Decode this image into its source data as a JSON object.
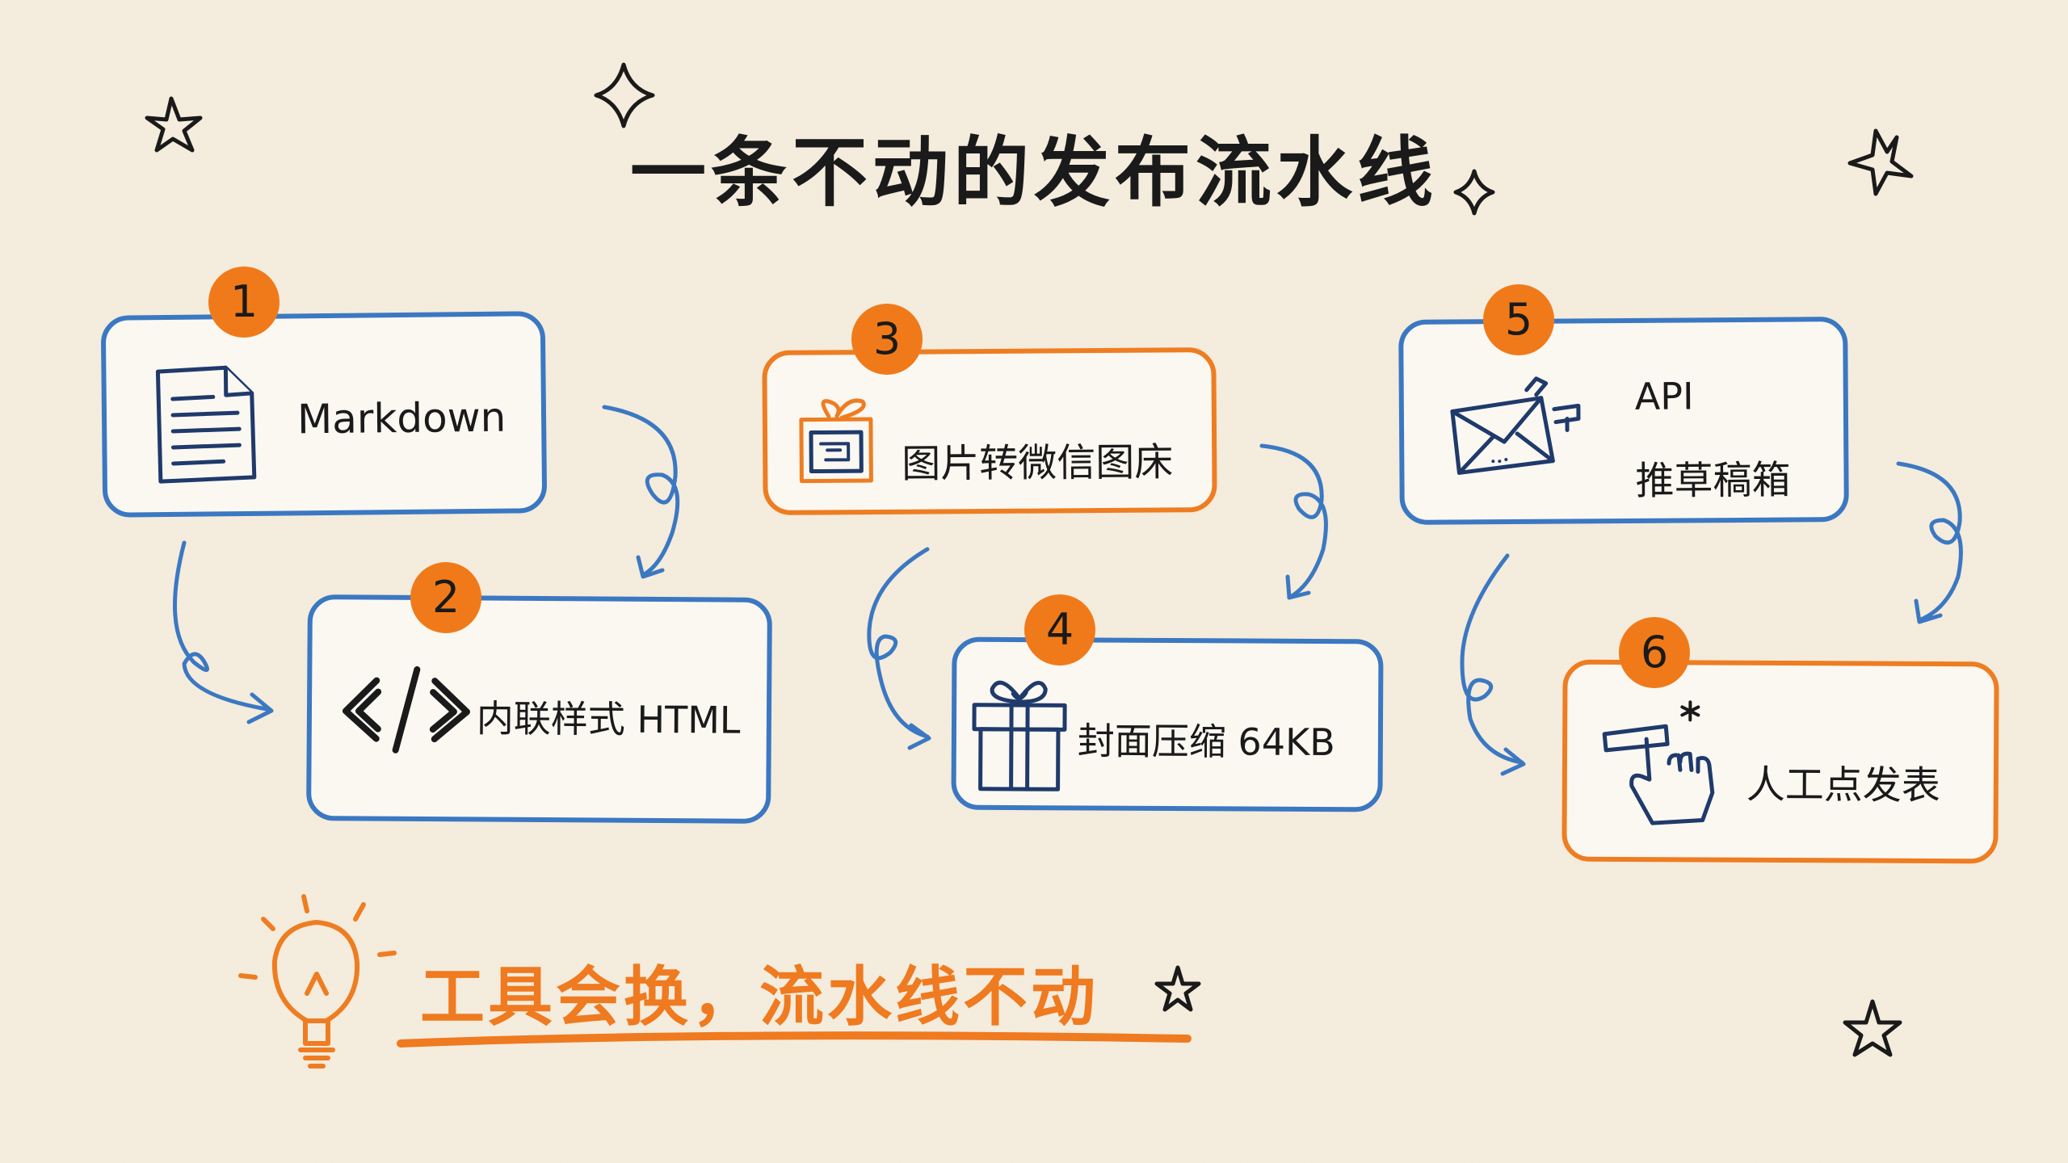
{
  "title": "一条不动的发布流水线",
  "steps": [
    {
      "number": "1",
      "label": "Markdown"
    },
    {
      "number": "2",
      "label": "内联样式 HTML"
    },
    {
      "number": "3",
      "label": "图片转微信图床"
    },
    {
      "number": "4",
      "label": "封面压缩 64KB"
    },
    {
      "number": "5",
      "label_line1": "API",
      "label_line2": "推草稿箱"
    },
    {
      "number": "6",
      "label": "人工点发表"
    }
  ],
  "tagline": "工具会换，流水线不动",
  "colors": {
    "blue": "#3b78c2",
    "orange": "#ee7d22",
    "badge": "#f07a1a",
    "ink": "#1f3a6b",
    "background": "#f6eedf"
  },
  "icons": [
    "document-icon",
    "code-icon",
    "image-icon",
    "gift-box-icon",
    "envelope-icon",
    "pointing-hand-icon",
    "lightbulb-icon",
    "sparkle-icon"
  ]
}
